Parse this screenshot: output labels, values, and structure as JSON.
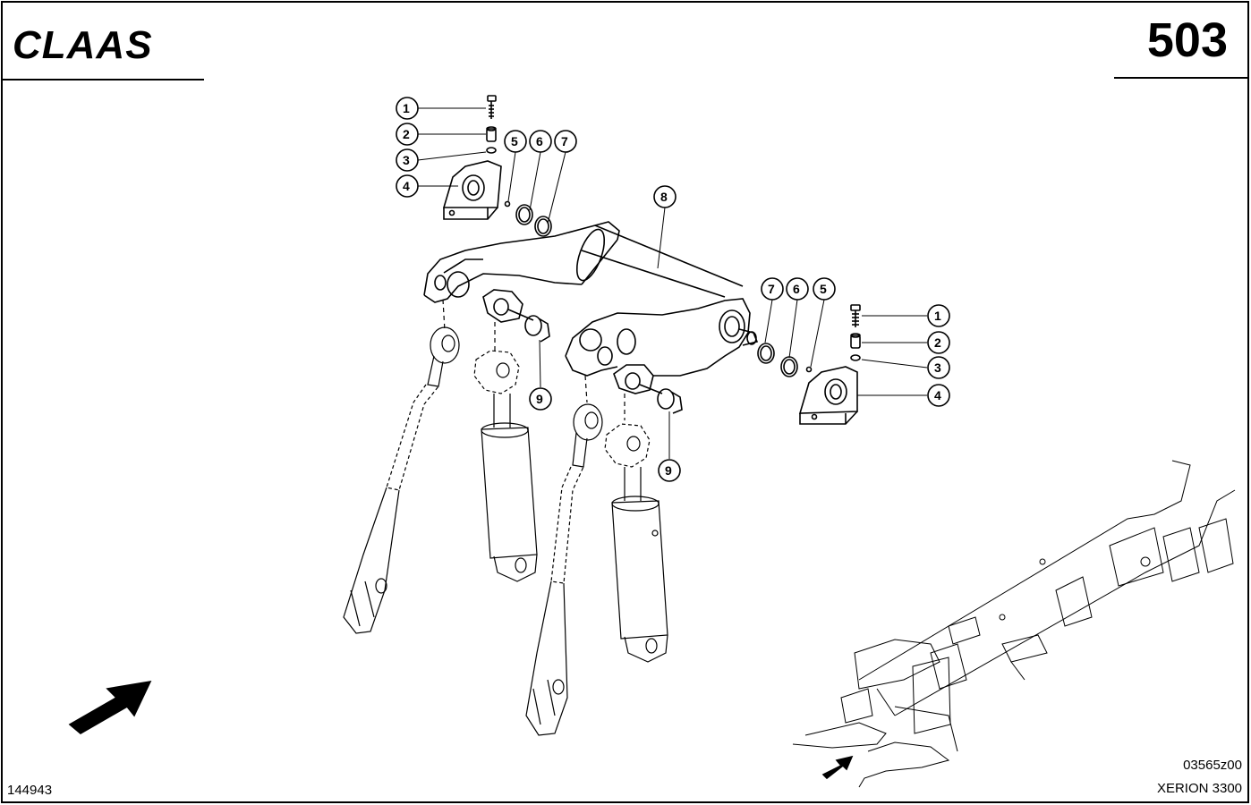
{
  "header": {
    "brand": "CLAAS",
    "page_number": "503"
  },
  "footer": {
    "drawing_id": "144943",
    "figure_code": "03565z00",
    "model": "XERION 3300"
  },
  "callouts": [
    {
      "n": "1"
    },
    {
      "n": "2"
    },
    {
      "n": "3"
    },
    {
      "n": "4"
    },
    {
      "n": "5"
    },
    {
      "n": "6"
    },
    {
      "n": "7"
    },
    {
      "n": "8"
    },
    {
      "n": "9"
    },
    {
      "n": "9"
    },
    {
      "n": "7"
    },
    {
      "n": "6"
    },
    {
      "n": "5"
    },
    {
      "n": "1"
    },
    {
      "n": "2"
    },
    {
      "n": "3"
    },
    {
      "n": "4"
    }
  ]
}
